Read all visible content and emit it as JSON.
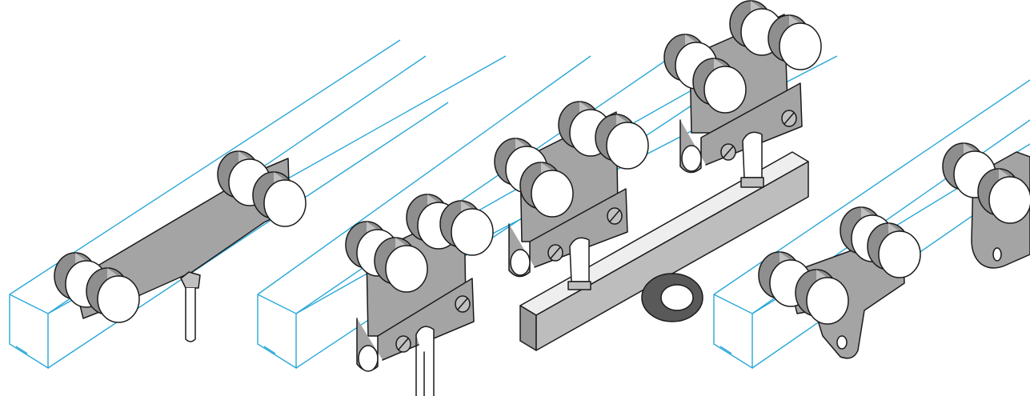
{
  "figure": {
    "rails_color": "#29a8d8",
    "parts_fill": "#a4a4a4",
    "outline_color": "#1a1a1a",
    "components": [
      "rail-1",
      "trolley-flat-plate",
      "threaded-rod-1",
      "rail-2",
      "trolley-clamp-1",
      "pipe-hanger-1",
      "trolley-clamp-2",
      "trolley-clamp-3",
      "square-bar",
      "washer",
      "rail-3",
      "trolley-drop-tab",
      "trolley-side-tab"
    ]
  }
}
